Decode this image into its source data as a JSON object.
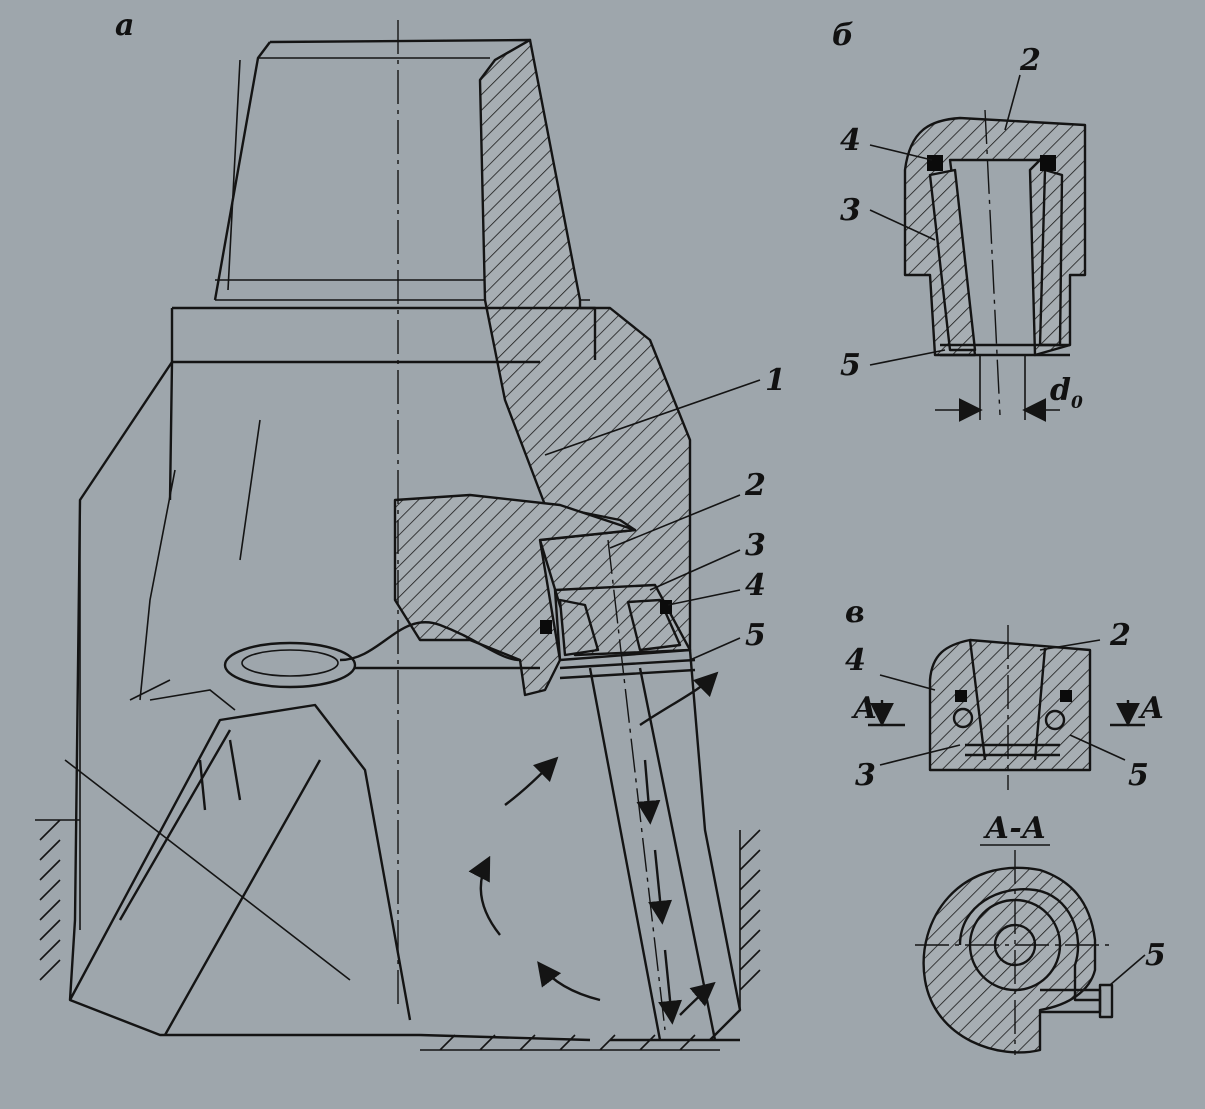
{
  "labels": {
    "view_a": "а",
    "view_b": "б",
    "view_v": "в",
    "section": "А-А",
    "arrow_left": "А",
    "arrow_right": "А",
    "dim_base": "d",
    "dim_sub": "0",
    "num_1": "1",
    "num_2": "2",
    "num_3": "3",
    "num_4": "4",
    "num_5": "5"
  },
  "colors": {
    "paper": "#9ea6ac",
    "ink": "#141414"
  }
}
